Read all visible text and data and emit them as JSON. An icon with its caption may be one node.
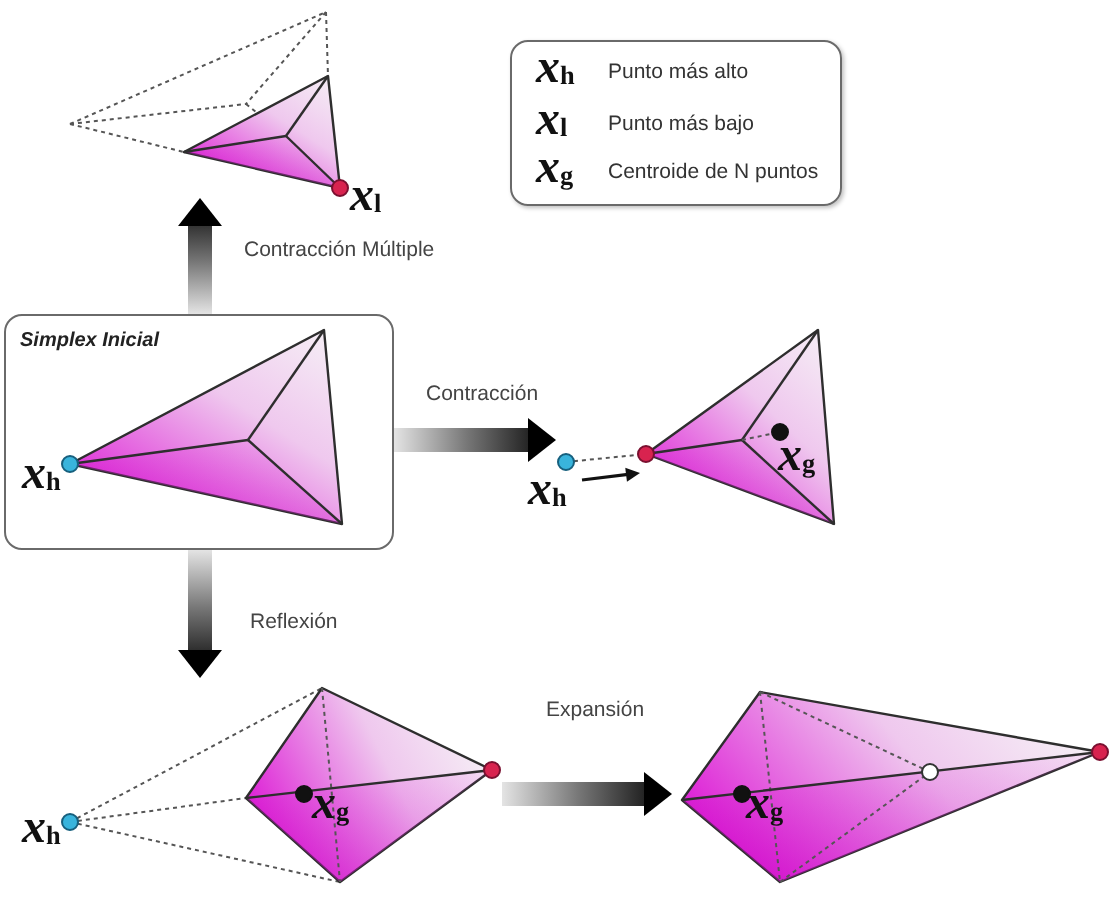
{
  "diagram": {
    "nodes": [
      {
        "text": [],
        "shape": "picture",
        "beside": [
          "*x*$_{l}$"
        ]
      },
      {
        "text": [
          "Simplex Inicial",
          "*x*$_{h}$"
        ]
      },
      {
        "text": [
          "*x*$_{g}$"
        ],
        "beside": [
          "*x*$_{h}$"
        ]
      },
      {
        "text": [
          "*x*$_{g}$"
        ],
        "beside": [
          "*x*$_{h}$"
        ]
      },
      {
        "text": [
          "*x*$_{g}$"
        ]
      }
    ],
    "edges": [
      {
        "from": 1,
        "to": 0,
        "arrow": "to",
        "label": "Contracción Múltiple"
      },
      {
        "from": 1,
        "to": 2,
        "arrow": "to",
        "label": "Contracción"
      },
      {
        "from": 1,
        "to": 3,
        "arrow": "to",
        "label": "Reflexión"
      },
      {
        "from": 3,
        "to": 4,
        "arrow": "to",
        "label": "Expansión"
      }
    ],
    "labels": [
      "*x*$_{h}$",
      "*x*$_{l}$",
      "*x*$_{g}$"
    ],
    "legend": [
      {
        "text": "Punto más alto"
      },
      {
        "text": "Punto más bajo"
      },
      {
        "text": "Centroide de N puntos"
      }
    ]
  }
}
